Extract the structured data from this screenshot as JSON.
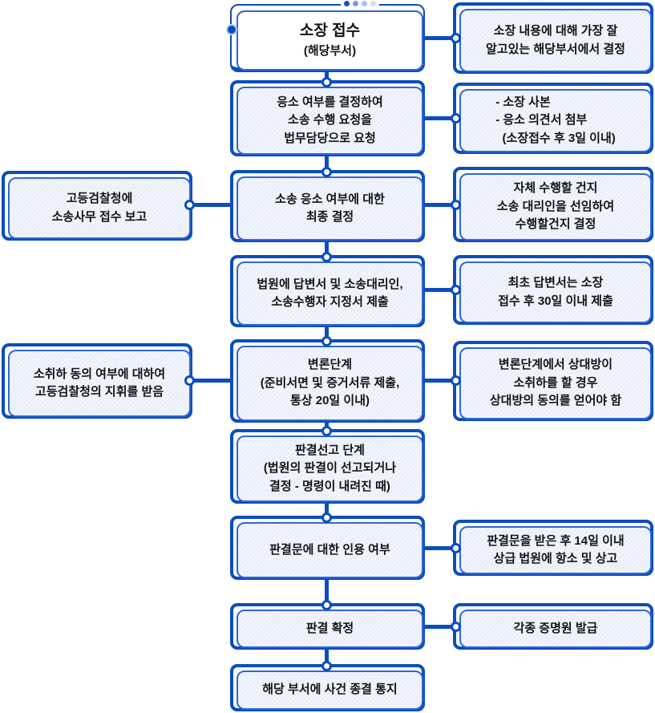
{
  "colors": {
    "frame_blue": "#0b4dc1",
    "inner_border_blue": "#2f66d2",
    "box_fill": "#e9eefa",
    "start_fill": "#ffffff",
    "text": "#141414",
    "progress_dots": [
      "#1550c5",
      "#7b9bdd",
      "#a9c0ea",
      "#cfdcf4"
    ]
  },
  "flow": {
    "start": {
      "title": "소장 접수",
      "subtitle": "(해당부서)"
    },
    "steps": [
      {
        "label": "응소 여부를 결정하여\n소송 수행 요청을\n법무담당으로 요청"
      },
      {
        "label": "소송 응소 여부에 대한\n최종 결정"
      },
      {
        "label": "법원에 답변서 및 소송대리인,\n소송수행자 지정서 제출"
      },
      {
        "label": "변론단계\n(준비서면 및 증거서류 제출,\n통상 20일 이내)"
      },
      {
        "label": "판결선고 단계\n(법원의 판결이 선고되거나\n결정 - 명령이 내려진 때)"
      },
      {
        "label": "판결문에 대한 인용 여부"
      },
      {
        "label": "판결 확정"
      },
      {
        "label": "해당 부서에 사건 종결 통지"
      }
    ],
    "right_notes": [
      {
        "label": "소장 내용에 대해 가장 잘\n알고있는 해당부서에서 결정"
      },
      {
        "label": "- 소장 사본\n- 응소 의견서 첨부\n  (소장접수 후 3일 이내)"
      },
      {
        "label": "자체 수행할 건지\n소송 대리인을 선임하여\n수행할건지 결정"
      },
      {
        "label": "최초 답변서는 소장\n접수 후 30일 이내 제출"
      },
      {
        "label": "변론단계에서 상대방이\n소취하를 할 경우\n상대방의 동의를 얻어야 함"
      },
      {
        "label": "판결문을 받은 후 14일 이내\n상급 법원에 항소 및 상고"
      },
      {
        "label": "각종 증명원 발급"
      }
    ],
    "left_notes": [
      {
        "label": "고등검찰청에\n소송사무 접수 보고"
      },
      {
        "label": "소취하 동의 여부에 대하여\n고등검찰청의 지휘를 받음"
      }
    ]
  }
}
